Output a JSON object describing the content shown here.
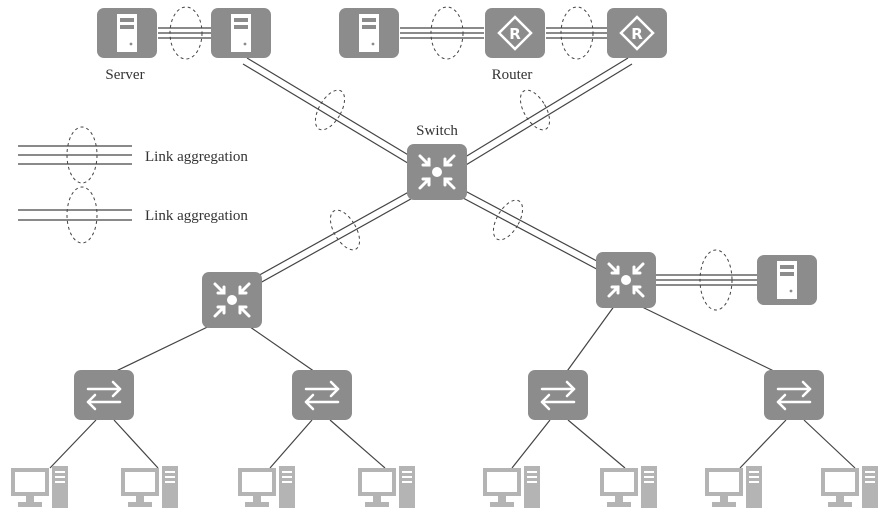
{
  "labels": {
    "server": "Server",
    "router": "Router",
    "switch": "Switch"
  },
  "legend": {
    "triple_link": "Link aggregation",
    "double_link": "Link aggregation"
  },
  "colors": {
    "device": "#8c8c8c",
    "line": "#444444",
    "text": "#333333",
    "background": "#ffffff"
  }
}
